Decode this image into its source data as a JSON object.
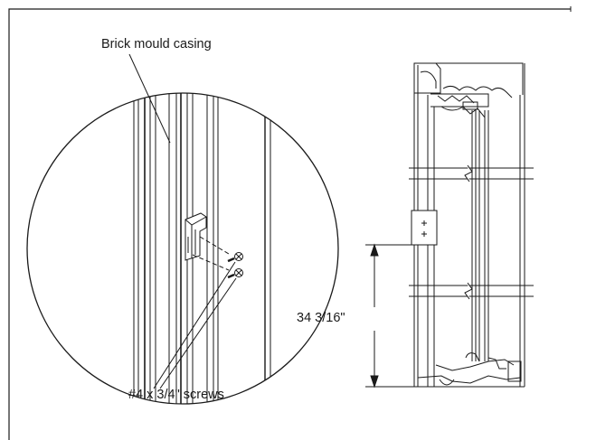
{
  "labels": {
    "brick_mould_casing": "Brick mould casing",
    "screws": "#4 x 3/4\" screws",
    "dimension": "34 3/16\""
  },
  "colors": {
    "line": "#1a1a1a",
    "background": "#ffffff"
  }
}
